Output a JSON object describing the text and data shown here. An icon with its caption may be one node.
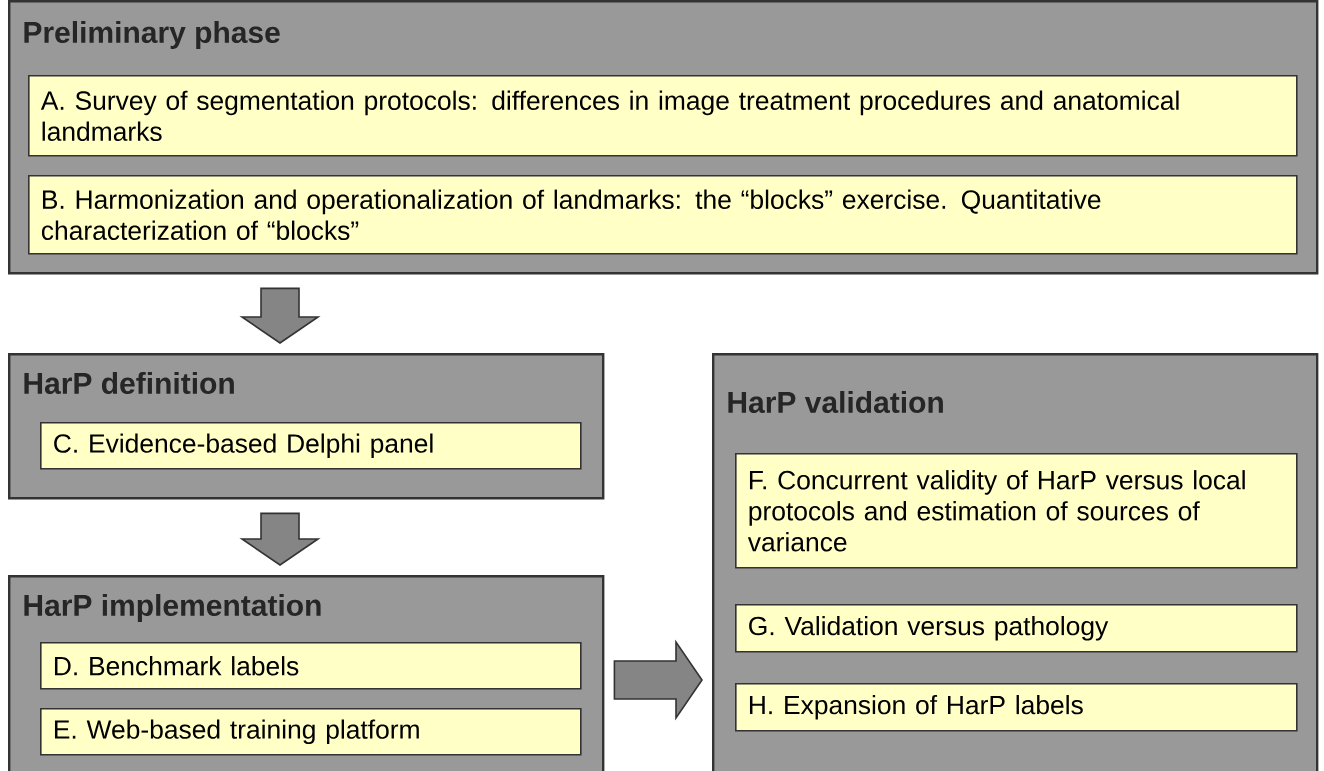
{
  "diagram": {
    "nodes": [
      {
        "text": [
          "Preliminary phase"
        ]
      },
      {
        "text": [
          "A. Survey of segmentation protocols: differences in image treatment procedures and anatomical landmarks"
        ],
        "in": 0
      },
      {
        "text": [
          "B. Harmonization and operationalization of landmarks: the “blocks” exercise. Quantitative characterization of “blocks”"
        ],
        "in": 0
      },
      {
        "text": [
          "HarP definition"
        ]
      },
      {
        "text": [
          "C. Evidence-based Delphi panel"
        ],
        "in": 3
      },
      {
        "text": [
          "HarP implementation"
        ]
      },
      {
        "text": [
          "D. Benchmark labels"
        ],
        "in": 5
      },
      {
        "text": [
          "E. Web-based training platform"
        ],
        "in": 5
      },
      {
        "text": [
          "HarP validation"
        ]
      },
      {
        "text": [
          "F. Concurrent validity of HarP versus local protocols and estimation of sources of variance"
        ],
        "in": 8
      },
      {
        "text": [
          "G. Validation versus pathology"
        ],
        "in": 8
      },
      {
        "text": [
          "H. Expansion of HarP labels"
        ],
        "in": 8
      }
    ],
    "edges": [
      {
        "from": 0,
        "to": 3,
        "arrow": "to"
      },
      {
        "from": 3,
        "to": 5,
        "arrow": "to"
      },
      {
        "from": 5,
        "to": 8,
        "arrow": "to"
      }
    ]
  }
}
